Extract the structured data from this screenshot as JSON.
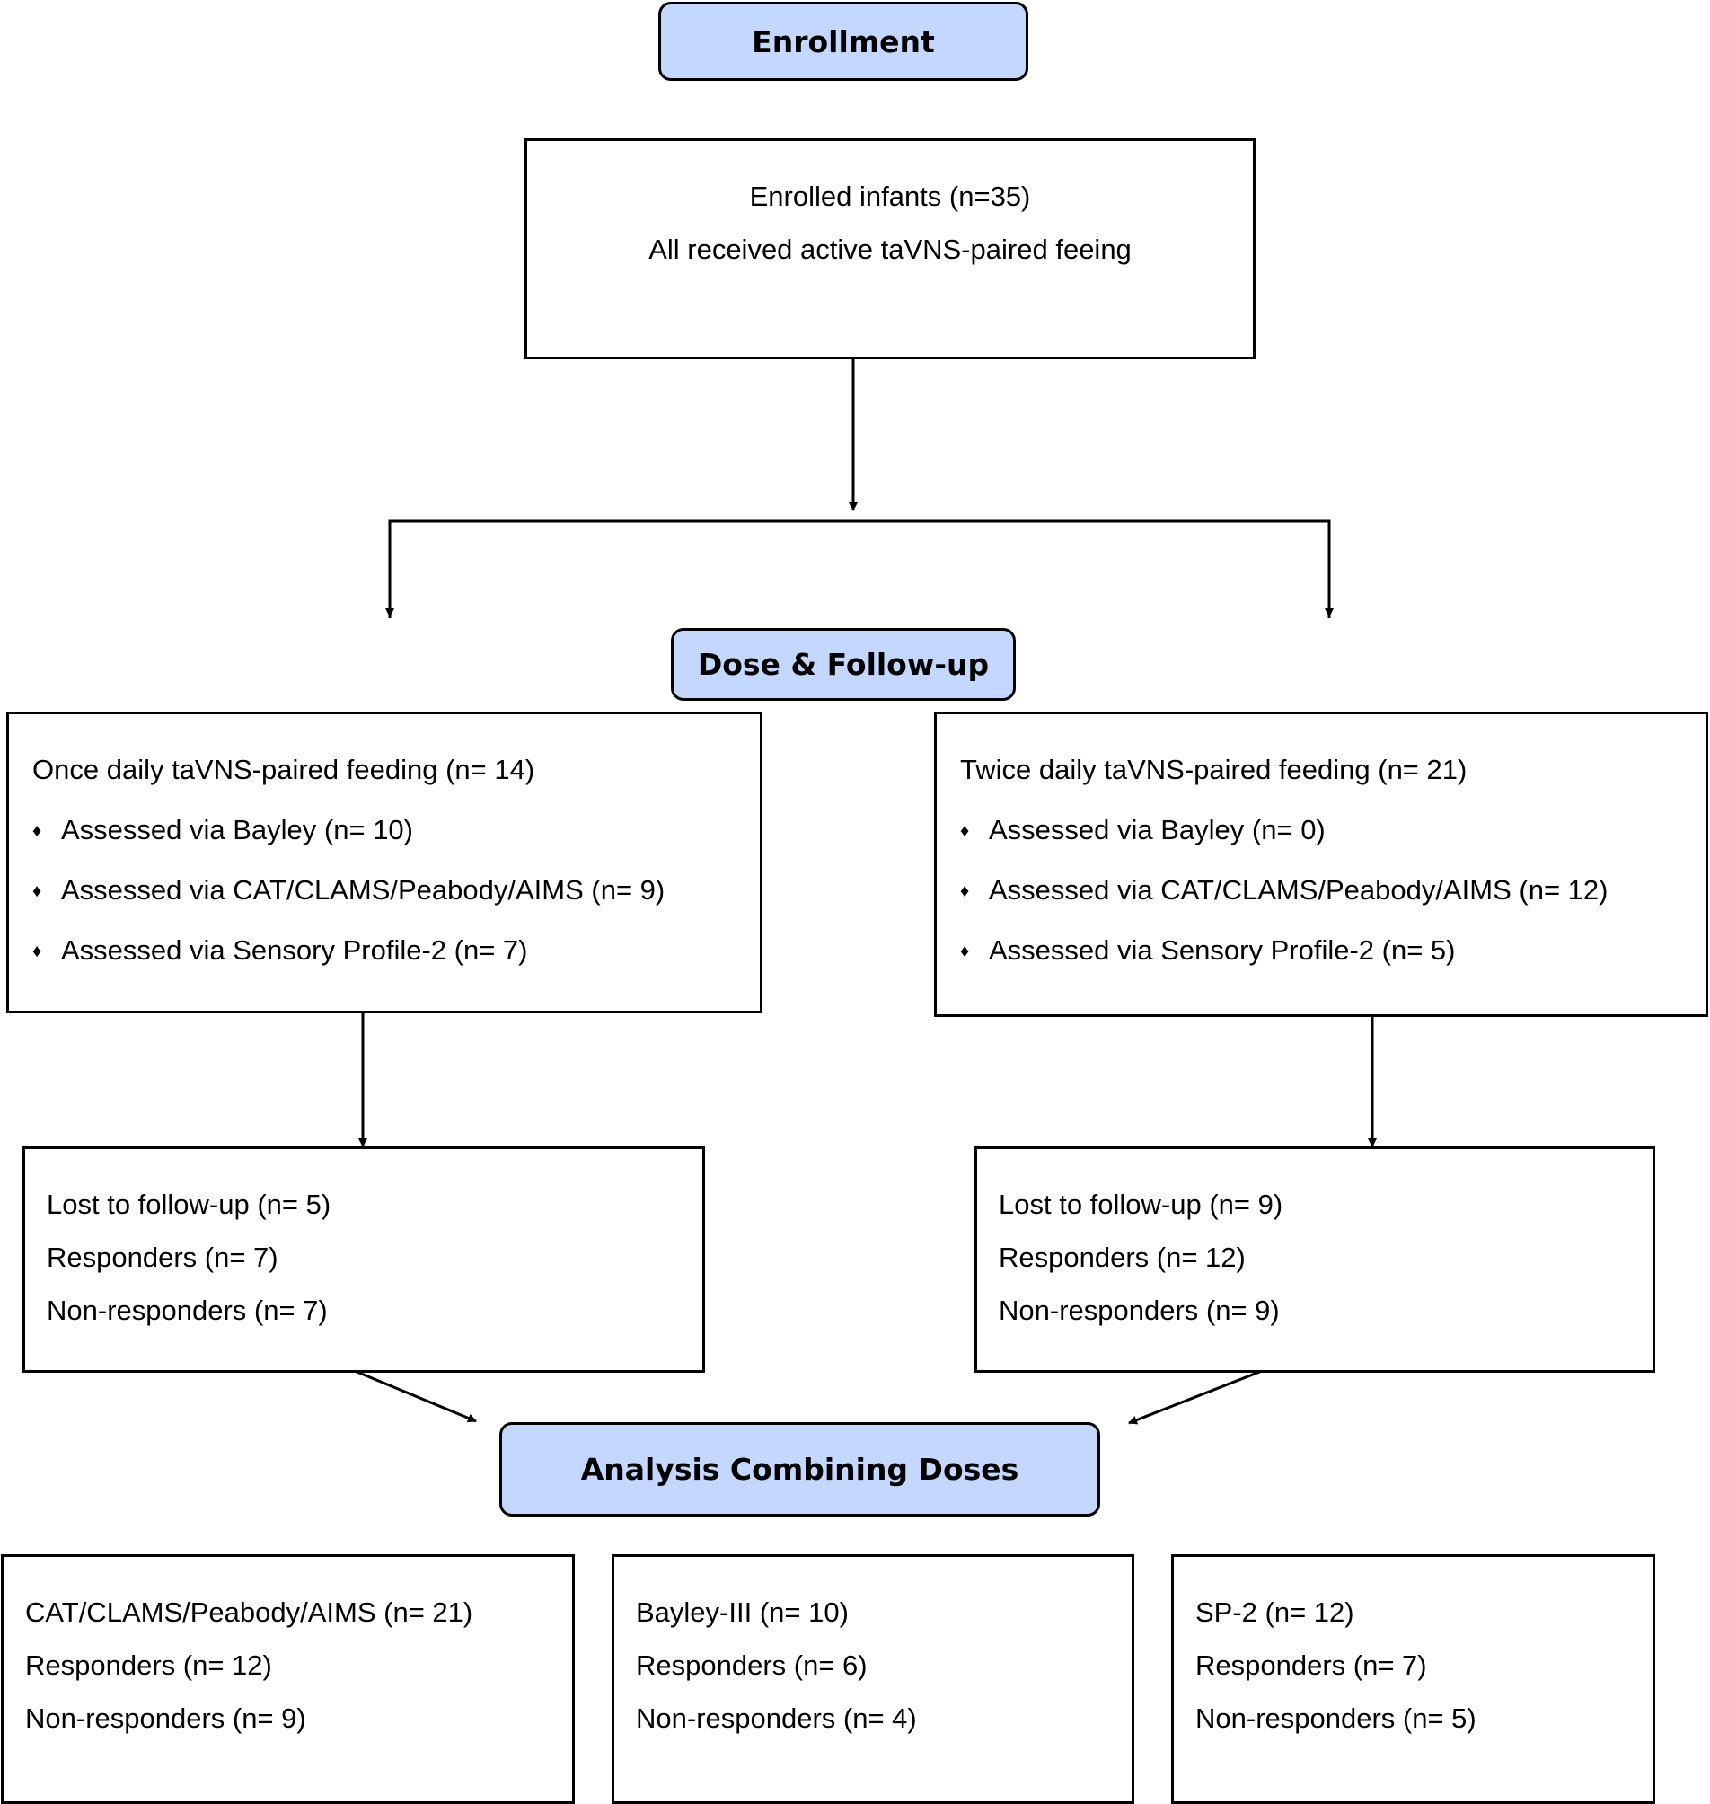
{
  "enrollment": {
    "header": "Enrollment",
    "line1": "Enrolled infants (n=35)",
    "line2": "All received active taVNS-paired feeing"
  },
  "dose": {
    "header": "Dose & Follow-up",
    "once": {
      "title": "Once daily taVNS-paired feeding (n= 14)",
      "items": [
        "Assessed via Bayley (n= 10)",
        "Assessed via CAT/CLAMS/Peabody/AIMS (n= 9)",
        "Assessed via Sensory Profile-2 (n= 7)"
      ]
    },
    "twice": {
      "title": "Twice daily taVNS-paired feeding (n= 21)",
      "items": [
        "Assessed via Bayley (n= 0)",
        "Assessed via CAT/CLAMS/Peabody/AIMS (n= 12)",
        "Assessed via Sensory Profile-2 (n= 5)"
      ]
    },
    "bullet_glyph": "♦"
  },
  "outcomes": {
    "once": [
      "Lost to follow-up  (n= 5)",
      "Responders (n= 7)",
      "Non-responders (n= 7)"
    ],
    "twice": [
      "Lost to follow-up  (n= 9)",
      "Responders (n= 12)",
      "Non-responders (n= 9)"
    ]
  },
  "analysis": {
    "header": "Analysis Combining Doses",
    "cat": [
      "CAT/CLAMS/Peabody/AIMS (n= 21)",
      "Responders (n= 12)",
      "Non-responders (n= 9)"
    ],
    "bayley": [
      "Bayley-III (n= 10)",
      "Responders (n= 6)",
      "Non-responders (n= 4)"
    ],
    "sp2": [
      "SP-2 (n= 12)",
      "Responders (n= 7)",
      "Non-responders (n= 5)"
    ]
  }
}
